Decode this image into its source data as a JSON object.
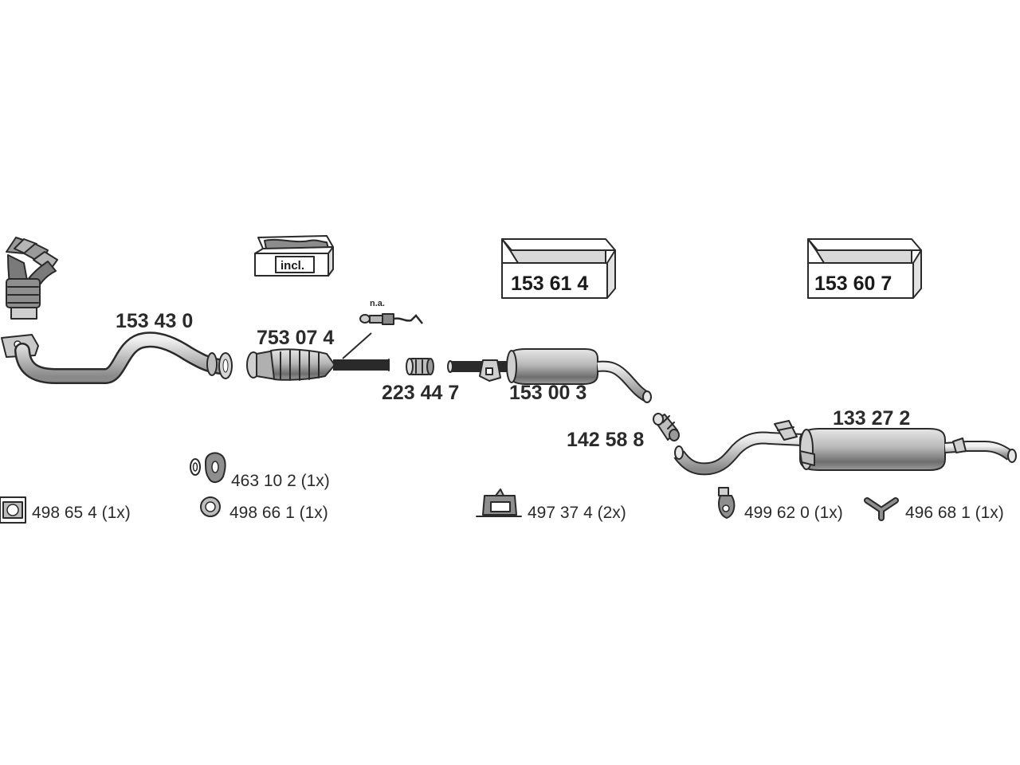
{
  "labels": {
    "front_pipe": "153 43 0",
    "catalyst": "753 07 4",
    "sensor_note": "n.a.",
    "clamp": "223 44 7",
    "middle_silencer": "153 00 3",
    "connector": "142 58 8",
    "rear_silencer": "133 27 2",
    "kit_incl": "incl.",
    "kit_middle": "153 61 4",
    "kit_rear": "153 60 7",
    "gasket_pair": "463 10 2 (1x)",
    "flange_gasket": "498 65 4 (1x)",
    "ring_gasket": "498 66 1 (1x)",
    "mount_bracket": "497 37 4  (2x)",
    "rubber_mount": "499 62 0 (1x)",
    "y_hanger": "496 68 1 (1x)"
  },
  "colors": {
    "stroke": "#2a2a2a",
    "fill_light": "#d4d4d4",
    "fill_mid": "#a8a8a8",
    "fill_dark": "#6e6e6e",
    "box_fill": "#f2f2f2"
  },
  "icons": [
    "manifold-icon",
    "catalyst-icon",
    "lambda-sensor-icon",
    "clamp-icon",
    "box-icon",
    "gasket-icon",
    "mount-icon",
    "y-hanger-icon"
  ]
}
